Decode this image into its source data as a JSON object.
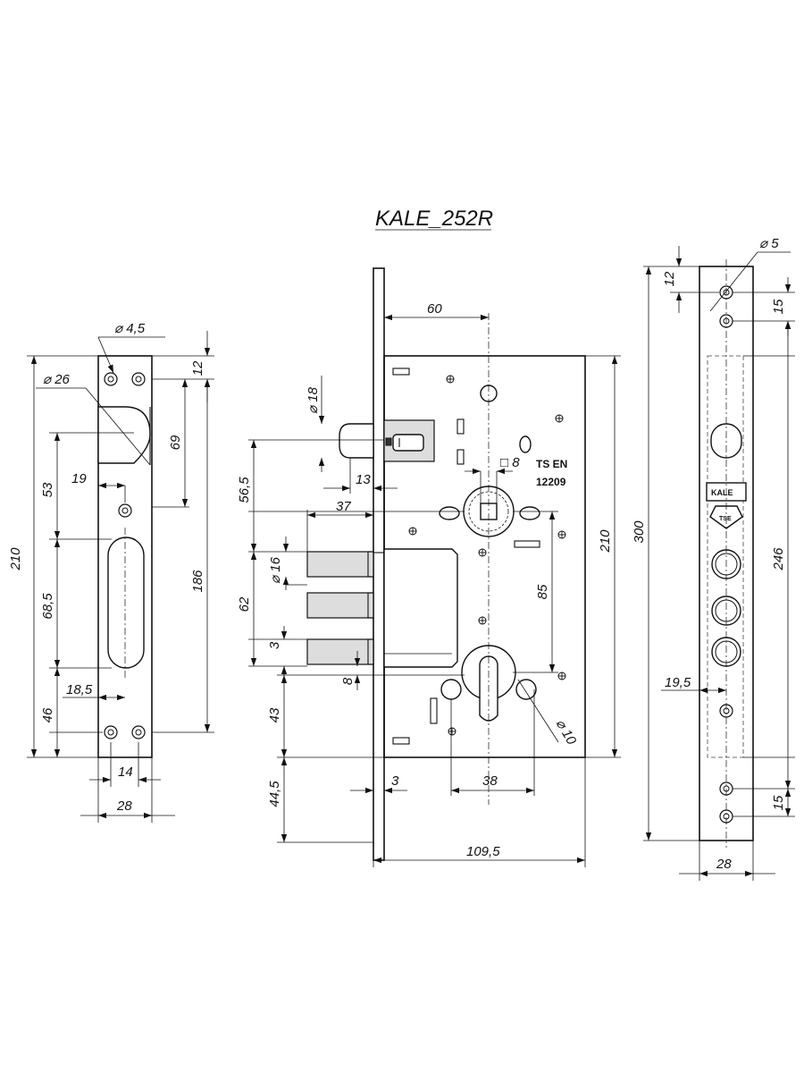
{
  "title": "KALE_252R",
  "standard": {
    "line1": "TS EN",
    "line2": "12209"
  },
  "brand_logo": "KALE",
  "tse_mark": "TSE",
  "strike_plate": {
    "dims": {
      "d_hole": "⌀ 4,5",
      "d_latch": "⌀ 26",
      "top_offset": "12",
      "latch_depth": "69",
      "latch_offset": "19",
      "gap_53": "53",
      "total_height": "210",
      "mount_span": "186",
      "slot_length": "68,5",
      "slot_offset": "18,5",
      "bottom_46": "46",
      "hole_spacing": "14",
      "width": "28"
    }
  },
  "lock_body": {
    "dims": {
      "backset": "60",
      "d_handle": "⌀ 18",
      "latch_proj": "13",
      "square": "□ 8",
      "latch_height": "56,5",
      "bolt_proj": "37",
      "d_bolt": "⌀ 16",
      "bolt_span": "62",
      "bolt_gap": "3",
      "body_height": "210",
      "cyl_distance": "85",
      "cyl_offset": "8",
      "cyl_height": "43",
      "d_cyl": "⌀ 10",
      "faceplate_thick": "3",
      "cyl_spacing": "38",
      "bottom_445": "44,5",
      "body_depth": "109,5"
    }
  },
  "faceplate": {
    "dims": {
      "d_hole": "⌀ 5",
      "top_offset": "12",
      "hole_gap_top": "15",
      "total_height": "300",
      "body_span": "246",
      "screw_offset": "19,5",
      "hole_gap_bottom": "15",
      "width": "28"
    }
  }
}
